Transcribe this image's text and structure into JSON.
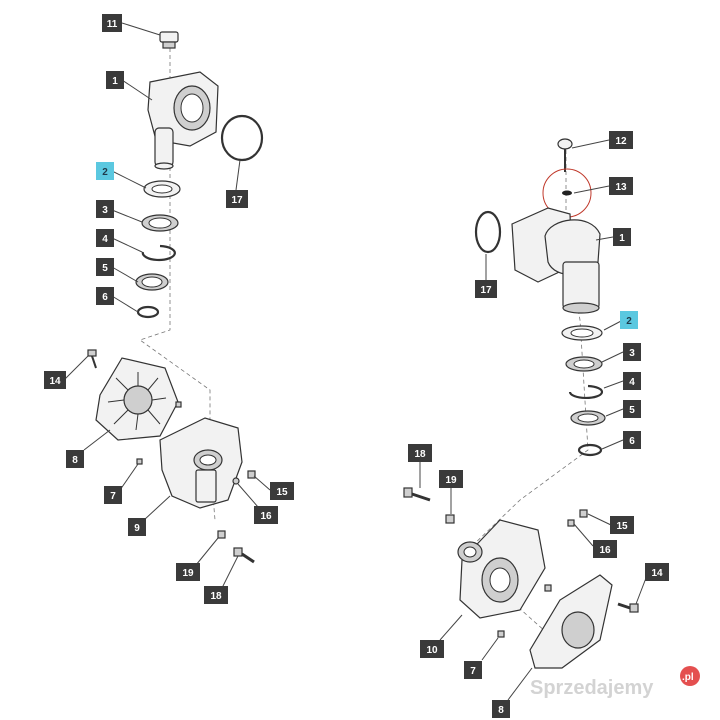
{
  "left_assembly": {
    "callouts": {
      "c11": "11",
      "c1": "1",
      "c2": "2",
      "c17": "17",
      "c3": "3",
      "c4": "4",
      "c5": "5",
      "c6": "6",
      "c14": "14",
      "c8": "8",
      "c7": "7",
      "c9": "9",
      "c15": "15",
      "c16": "16",
      "c19": "19",
      "c18": "18"
    }
  },
  "right_assembly": {
    "callouts": {
      "c12": "12",
      "c13": "13",
      "c1": "1",
      "c17": "17",
      "c2": "2",
      "c3": "3",
      "c4": "4",
      "c5": "5",
      "c6": "6",
      "c18": "18",
      "c19": "19",
      "c15": "15",
      "c16": "16",
      "c14": "14",
      "c10": "10",
      "c7": "7",
      "c8": "8"
    }
  },
  "colors": {
    "callout_bg": "#3a3a3a",
    "highlight_bg": "#5bc8e0",
    "highlight_text": "#1f3a4a",
    "detail_circle": "#c0392b"
  },
  "watermark": {
    "text": "Sprzedajemy",
    "suffix": ".pl",
    "badge_color": "#e23d3d"
  }
}
